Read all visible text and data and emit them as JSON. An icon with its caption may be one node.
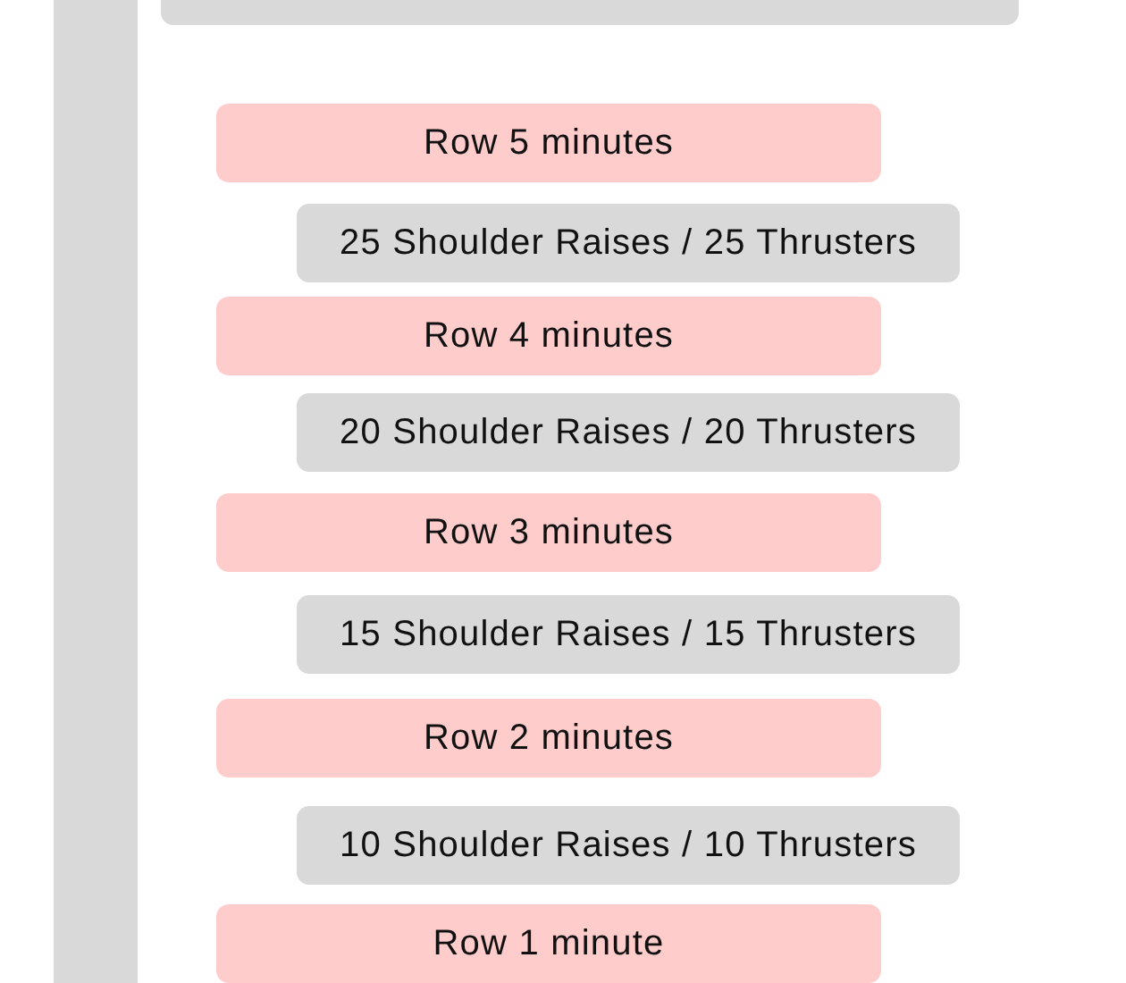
{
  "diagram": {
    "nodes": [
      {
        "text": [],
        "shape": "bar"
      },
      {
        "text": [],
        "shape": "box"
      },
      {
        "text": [
          "Row 5 minutes"
        ]
      },
      {
        "text": [
          "25 Shoulder Raises / 25 Thrusters"
        ]
      },
      {
        "text": [
          "Row 4 minutes"
        ]
      },
      {
        "text": [
          "20 Shoulder Raises / 20 Thrusters"
        ]
      },
      {
        "text": [
          "Row 3 minutes"
        ]
      },
      {
        "text": [
          "15 Shoulder Raises / 15 Thrusters"
        ]
      },
      {
        "text": [
          "Row 2 minutes"
        ]
      },
      {
        "text": [
          "10 Shoulder Raises / 10 Thrusters"
        ]
      },
      {
        "text": [
          "Row 1 minute"
        ]
      }
    ]
  }
}
